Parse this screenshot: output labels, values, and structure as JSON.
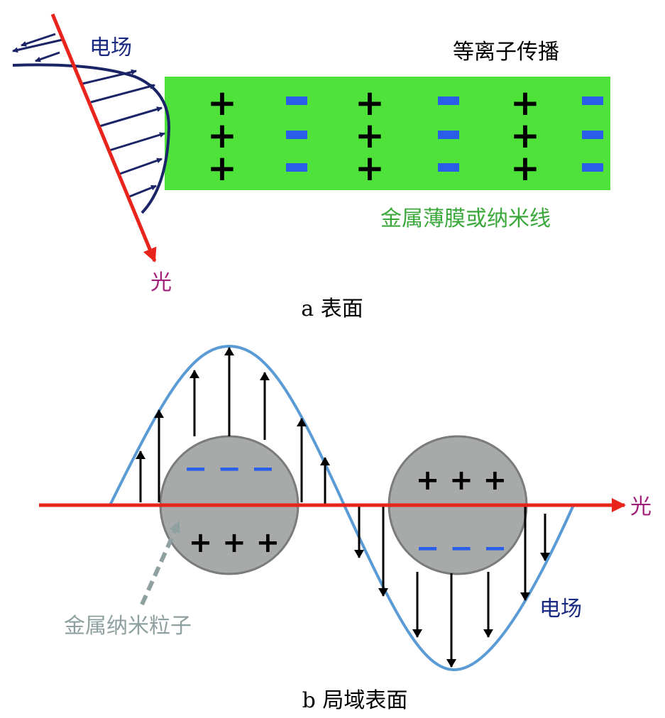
{
  "panel_a": {
    "label_electric_field": "电场",
    "label_plasmon": "等离子传播",
    "label_film": "金属薄膜或纳米线",
    "label_light": "光",
    "caption": "a 表面",
    "plus_symbol": "+",
    "minus_symbol": "−",
    "film_color": "#4ee23a"
  },
  "panel_b": {
    "label_light": "光",
    "label_electric_field": "电场",
    "label_particle": "金属纳米粒子",
    "caption": "b 局域表面",
    "particle1_top": "− − −",
    "particle1_bottom": "+ + +",
    "particle2_top": "+ + +",
    "particle2_bottom": "− − −",
    "particle_color": "#a8aaa9"
  },
  "colors": {
    "light_ray": "#e8241c",
    "field_curve_a": "#1a2466",
    "field_curve_b": "#5b9bd5",
    "charge_minus": "#2a5ee8",
    "label_purple": "#a0207a",
    "label_navy": "#1a2a80",
    "label_green": "#3aa83a",
    "label_gray": "#8fa0a0"
  }
}
